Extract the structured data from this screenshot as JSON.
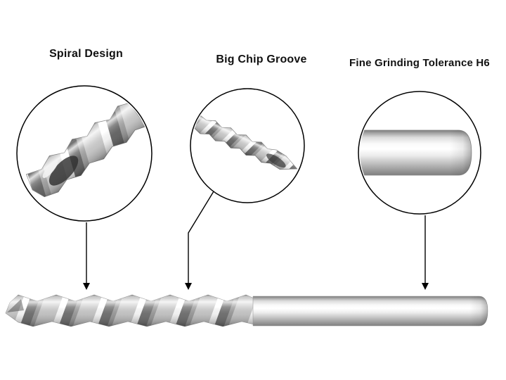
{
  "callouts": [
    {
      "id": "spiral-design",
      "label": "Spiral Design"
    },
    {
      "id": "big-chip-groove",
      "label": "Big Chip Groove"
    },
    {
      "id": "fine-grinding-tolerance",
      "label": "Fine Grinding Tolerance H6"
    }
  ],
  "colors": {
    "background": "#ffffff",
    "outline": "#000000",
    "text": "#111111",
    "metal_highlight": "#ffffff",
    "metal_mid": "#c4c4c4",
    "metal_groove": "#6e6e6e",
    "metal_dark": "#7a7a7a"
  }
}
